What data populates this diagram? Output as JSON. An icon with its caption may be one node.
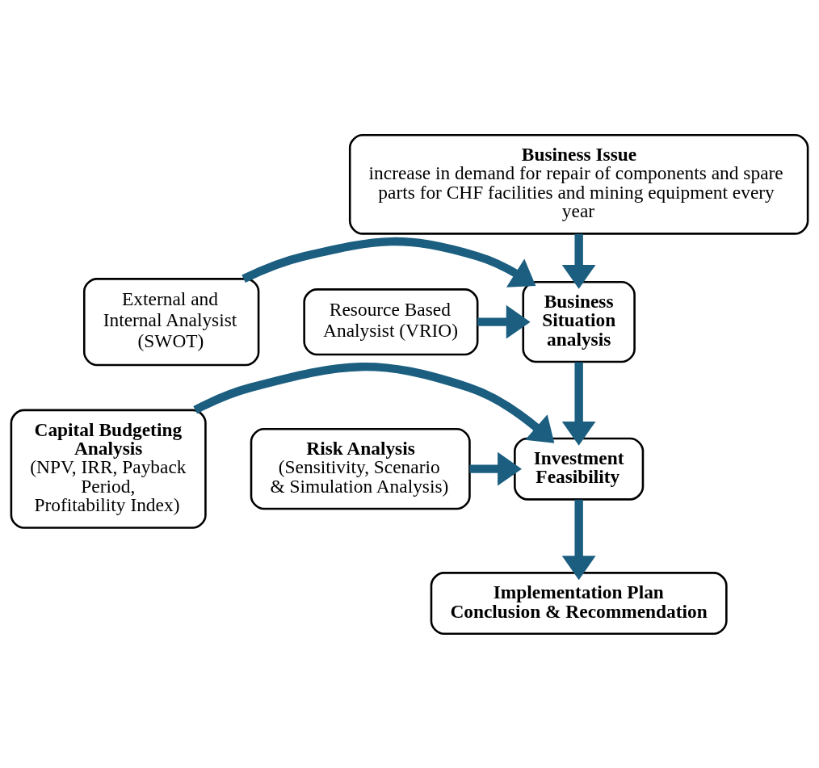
{
  "diagram": {
    "nodes": [
      {
        "text": [
          "Business Issue",
          "increase in demand for repair of components and spare parts for CHF facilities and mining equipment every year"
        ]
      },
      {
        "text": [
          "External and Internal Analysist (SWOT)"
        ]
      },
      {
        "text": [
          "Business Situation analysis"
        ]
      },
      {
        "text": [
          "Resource Based Analysist (VRIO)"
        ]
      },
      {
        "text": [
          "Capital Budgeting Analysis",
          "(NPV, IRR, Payback Period, Profitability Index)"
        ]
      },
      {
        "text": [
          "Investment Feasibility"
        ]
      },
      {
        "text": [
          "Risk Analysis",
          "(Sensitivity, Scenario & Simulation Analysis)"
        ]
      },
      {
        "text": [
          "Implementation Plan",
          "Conclusion & Recommendation"
        ]
      }
    ],
    "edges": [
      {
        "from": 0,
        "to": 2,
        "arrow": "to"
      },
      {
        "from": 1,
        "to": 2,
        "arrow": "to"
      },
      {
        "from": 3,
        "to": 2,
        "arrow": "to"
      },
      {
        "from": 2,
        "to": 5,
        "arrow": "to"
      },
      {
        "from": 4,
        "to": 5,
        "arrow": "to"
      },
      {
        "from": 6,
        "to": 5,
        "arrow": "to"
      },
      {
        "from": 5,
        "to": 7,
        "arrow": "to"
      }
    ]
  }
}
